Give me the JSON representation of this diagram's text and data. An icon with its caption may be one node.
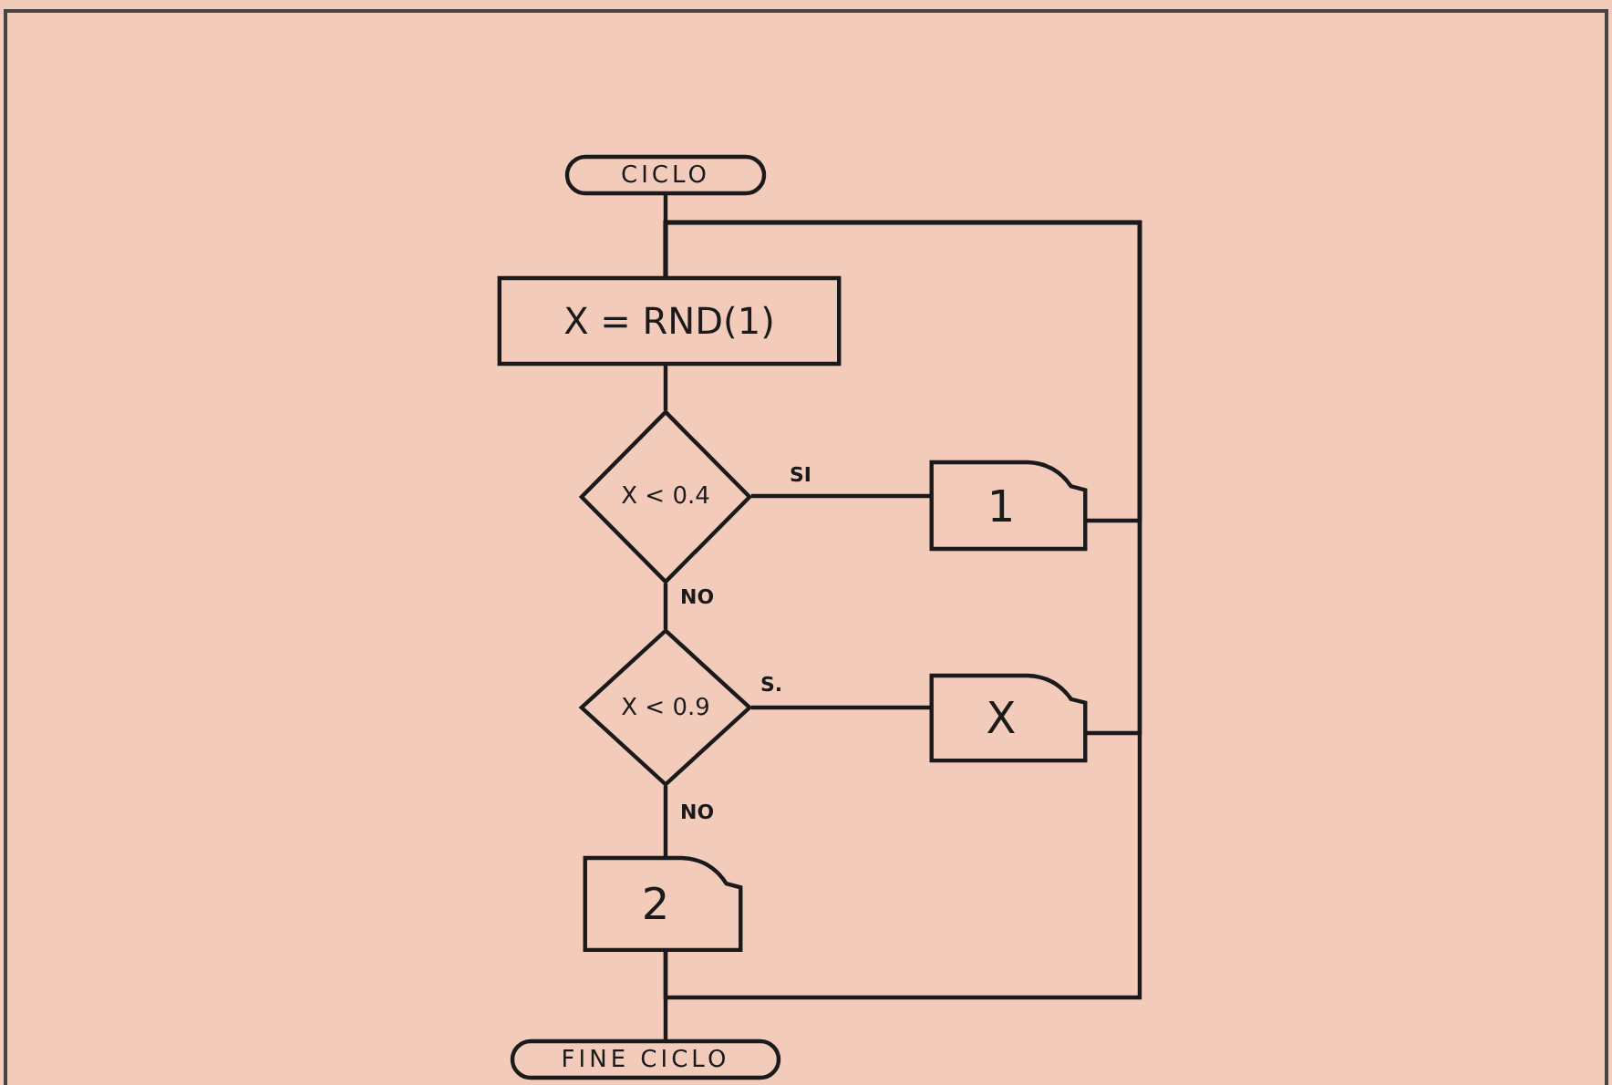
{
  "diagram": {
    "nodes": [
      {
        "text": [
          "CICLO"
        ]
      },
      {
        "text": [
          "X = RND(1)"
        ]
      },
      {
        "text": [
          "X < 0.4"
        ]
      },
      {
        "text": [
          "1"
        ]
      },
      {
        "text": [
          "X < 0.9"
        ]
      },
      {
        "text": [
          "X"
        ]
      },
      {
        "text": [
          "2"
        ]
      },
      {
        "text": [
          "FINE CICLO"
        ]
      }
    ],
    "edges": [
      {
        "from": 0,
        "to": 1,
        "arrow": "none"
      },
      {
        "from": 1,
        "to": 2,
        "arrow": "none"
      },
      {
        "from": 2,
        "to": 3,
        "label": "SI",
        "arrow": "none"
      },
      {
        "from": 2,
        "to": 4,
        "label": "NO",
        "arrow": "none"
      },
      {
        "from": 4,
        "to": 5,
        "label": "S.",
        "arrow": "none"
      },
      {
        "from": 4,
        "to": 6,
        "label": "NO",
        "arrow": "none"
      },
      {
        "from": 6,
        "to": 7,
        "arrow": "none"
      },
      {
        "from": 3,
        "to": 1,
        "arrow": "none"
      },
      {
        "from": 5,
        "to": 1,
        "arrow": "none"
      },
      {
        "from": 6,
        "to": 1,
        "arrow": "none"
      }
    ]
  }
}
